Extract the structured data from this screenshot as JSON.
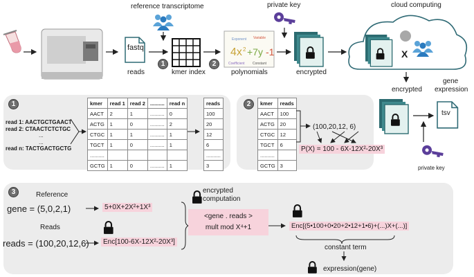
{
  "top": {
    "reference_transcriptome": "reference transcriptome",
    "private_key": "private key",
    "cloud_computing": "cloud computing",
    "fastq": "fastq",
    "reads": "reads",
    "kmer_index": "kmer index",
    "polynomials": "polynomials",
    "encrypted": "encrypted",
    "step1": "1",
    "step2": "2",
    "times": "X"
  },
  "right": {
    "encrypted": "encrypted",
    "gene_expression_line1": "gene",
    "gene_expression_line2": "expression",
    "tsv": "tsv",
    "private_key": "private key"
  },
  "panel1": {
    "number": "1",
    "read1": "read 1: AACTGCTGAACT",
    "read2": "read 2: CTAACTCTCTGC",
    "dots1": "...",
    "dots2": "...",
    "readn": "read n: TACTGACTGCTG",
    "kmer_headers": [
      "kmer",
      "read 1",
      "read 2",
      "..........",
      "read n"
    ],
    "kmer_rows": [
      [
        "AACT",
        "2",
        "1",
        "..........",
        "0"
      ],
      [
        "ACTG",
        "1",
        "0",
        "..........",
        "2"
      ],
      [
        "CTGC",
        "1",
        "1",
        "..........",
        "1"
      ],
      [
        "TGCT",
        "1",
        "0",
        "..........",
        "1"
      ],
      [
        "..........",
        "",
        "",
        "",
        ""
      ],
      [
        "GCTG",
        "1",
        "0",
        "..........",
        "1"
      ]
    ],
    "reads_header": "reads",
    "reads_values": [
      "100",
      "20",
      "12",
      "6",
      "..........",
      "3"
    ]
  },
  "panel2": {
    "number": "2",
    "headers": [
      "kmer",
      "reads"
    ],
    "rows": [
      [
        "AACT",
        "100"
      ],
      [
        "ACTG",
        "20"
      ],
      [
        "CTGC",
        "12"
      ],
      [
        "TGCT",
        "6"
      ],
      [
        "..........",
        ""
      ],
      [
        "GCTG",
        "3"
      ]
    ],
    "tuple": "(100,20,12, 6)",
    "poly": "P(X) = 100 - 6X-12X²-20X³"
  },
  "panel3": {
    "number": "3",
    "reference_label": "Reference",
    "gene_eq": "gene = (5,0,2,1)",
    "gene_poly": "5+0X+2X²+1X³",
    "reads_label": "Reads",
    "reads_eq": "reads = (100,20,12,6)",
    "reads_enc": "Enc[100-6X-12X²-20X³]",
    "encrypted_computation_line1": "encrypted",
    "encrypted_computation_line2": "computation",
    "op_line1": "<gene . reads >",
    "op_line2": "mult mod X⁴+1",
    "result": "Enc[(5•100+0•20+2•12+1•6)+(...)X+(...)]",
    "constant_term": "constant term",
    "expression": "expression(gene)"
  },
  "colors": {
    "panel_bg": "#ececec",
    "highlight": "#f7d3dc",
    "teal": "#2f6a75",
    "key_purple": "#5b3e9a"
  }
}
